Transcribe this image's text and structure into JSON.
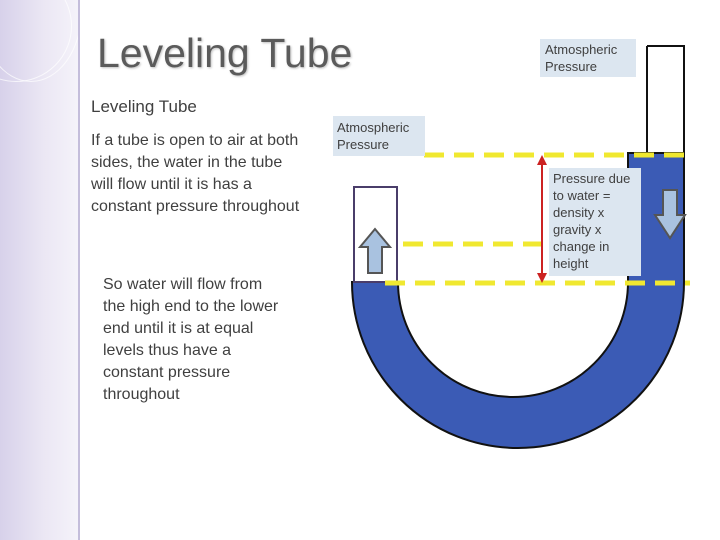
{
  "slide": {
    "title": "Leveling Tube",
    "subtitle": "Leveling Tube",
    "paragraph_1": "If a tube is open to air at both sides, the water in the tube will flow until it is has a constant pressure throughout",
    "paragraph_2": "So water will flow from the high end to the lower end until it is at equal levels thus have a constant pressure throughout"
  },
  "diagram": {
    "label_top_right": "Atmospheric Pressure",
    "label_left": "Atmospheric Pressure",
    "label_pressure": "Pressure due to water = density x gravity x change in height",
    "arrows": [
      "up-arrow-icon",
      "down-arrow-icon"
    ],
    "colors": {
      "water": "#3b5bb5",
      "dashed_line": "#f0e830",
      "measure_line": "#cc2222",
      "label_bg": "#dce6f0",
      "arrow_fill": "#a9c2e0"
    }
  }
}
